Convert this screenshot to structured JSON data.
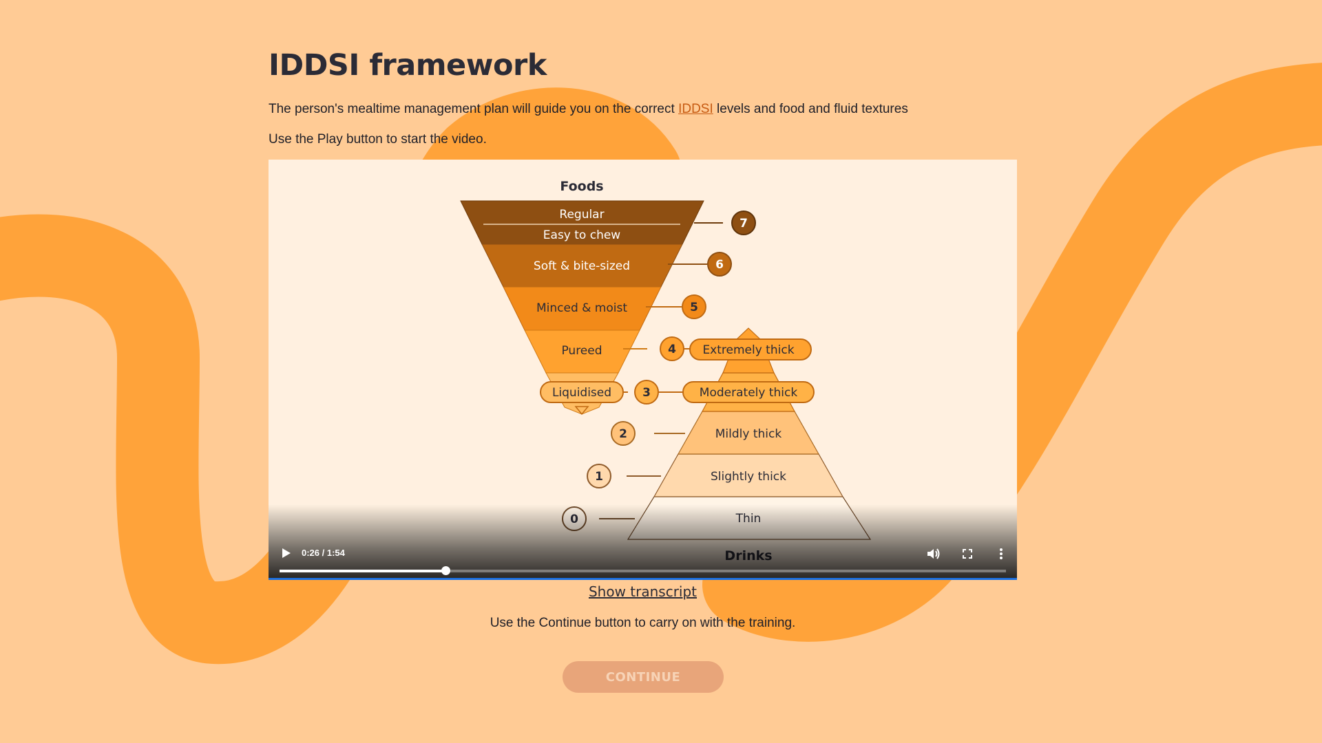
{
  "page": {
    "title": "IDDSI framework",
    "intro_before": "The person's mealtime management plan will guide you on the correct ",
    "intro_link": "IDDSI",
    "intro_after": " levels and food and fluid textures",
    "play_hint": "Use the Play button to start the video.",
    "show_transcript": "Show transcript",
    "continue_hint": "Use the Continue button to carry on with the training.",
    "continue_label": "CONTINUE"
  },
  "colors": {
    "background": "#ffcb95",
    "wave": "#ffa33a",
    "accent_link": "#c75b12",
    "continue_button": "#e8a57a"
  },
  "video": {
    "time": "0:26 / 1:54",
    "current_seconds": 26,
    "duration_seconds": 114,
    "icons": [
      "play-icon",
      "volume-icon",
      "fullscreen-icon",
      "more-options-icon"
    ]
  },
  "diagram": {
    "foods_heading": "Foods",
    "drinks_heading": "Drinks",
    "foods": [
      {
        "level": "7",
        "labels": [
          "Regular",
          "Easy to chew"
        ],
        "color": "#8e4f12"
      },
      {
        "level": "6",
        "labels": [
          "Soft & bite-sized"
        ],
        "color": "#c06a12"
      },
      {
        "level": "5",
        "labels": [
          "Minced & moist"
        ],
        "color": "#f28a19"
      },
      {
        "level": "4",
        "labels": [
          "Pureed"
        ],
        "color": "#ffa22f"
      },
      {
        "level": "3",
        "labels": [
          "Liquidised"
        ],
        "color": "#ffbd63"
      }
    ],
    "drinks": [
      {
        "level": "4",
        "label": "Extremely thick",
        "color": "#ffa22f"
      },
      {
        "level": "3",
        "label": "Moderately thick",
        "color": "#ffb246"
      },
      {
        "level": "2",
        "label": "Mildly thick",
        "color": "#ffc27a"
      },
      {
        "level": "1",
        "label": "Slightly thick",
        "color": "#ffd9ad"
      },
      {
        "level": "0",
        "label": "Thin",
        "color": "#fff4e6"
      }
    ]
  }
}
